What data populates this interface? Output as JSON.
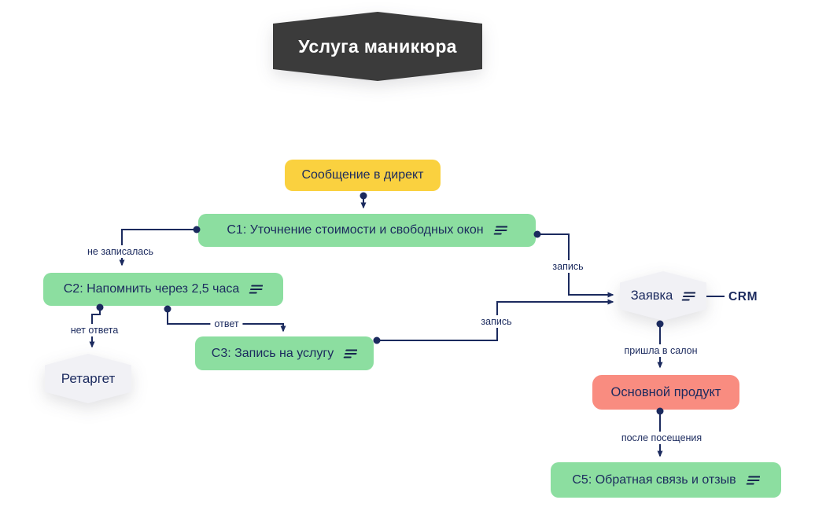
{
  "diagram": {
    "title": "Услуга маникюра",
    "nodes": {
      "entry": {
        "label": "Сообщение в директ"
      },
      "c1": {
        "label": "C1: Уточнение стоимости и свободных окон"
      },
      "c2": {
        "label": "C2: Напомнить через 2,5 часа"
      },
      "c3": {
        "label": "C3: Запись на услугу"
      },
      "retarget": {
        "label": "Ретаргет"
      },
      "request": {
        "label": "Заявка"
      },
      "crm": {
        "label": "CRM"
      },
      "main_product": {
        "label": "Основной продукт"
      },
      "c5": {
        "label": "C5: Обратная связь и отзыв"
      }
    },
    "edge_labels": {
      "no_signup": "не записалась",
      "no_answer": "нет ответа",
      "answer": "ответ",
      "signup_top": "запись",
      "signup_bottom": "запись",
      "came_to_salon": "пришла в салон",
      "after_visit": "после посещения"
    },
    "colors": {
      "script_green": "#8CDEA0",
      "entry_yellow": "#FAD13F",
      "product_red": "#F98C80",
      "ink_navy": "#1B2A5E",
      "title_dark": "#3B3B3B",
      "hexagon_gray": "#F1F1F5",
      "background": "#FFFFFF"
    }
  }
}
